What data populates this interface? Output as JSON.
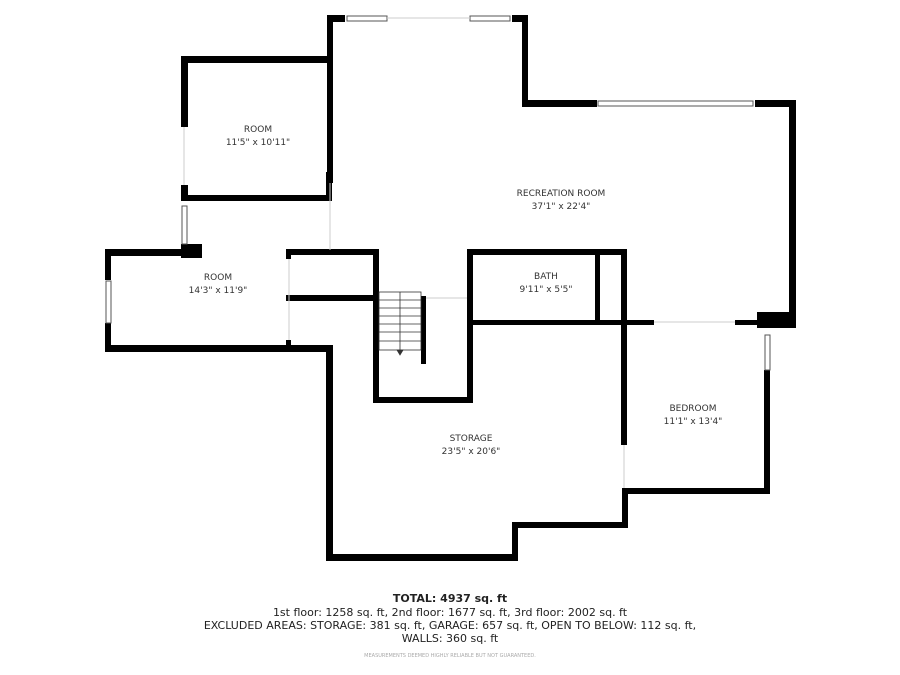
{
  "rooms": [
    {
      "name": "RECREATION ROOM",
      "dims": "37'1\" x 22'4\""
    },
    {
      "name": "ROOM",
      "dims": "11'5\" x 10'11\""
    },
    {
      "name": "ROOM",
      "dims": "14'3\" x 11'9\""
    },
    {
      "name": "BATH",
      "dims": "9'11\" x 5'5\""
    },
    {
      "name": "BEDROOM",
      "dims": "11'1\" x 13'4\""
    },
    {
      "name": "STORAGE",
      "dims": "23'5\" x 20'6\""
    }
  ],
  "summary": {
    "total": "TOTAL: 4937 sq. ft",
    "floors": "1st floor: 1258 sq. ft, 2nd floor: 1677 sq. ft, 3rd floor: 2002 sq. ft",
    "excluded": "EXCLUDED AREAS: STORAGE: 381 sq. ft, GARAGE: 657 sq. ft, OPEN TO BELOW: 112 sq. ft,",
    "walls": "WALLS: 360 sq. ft",
    "disclaimer": "MEASUREMENTS DEEMED HIGHLY RELIABLE BUT NOT GUARANTEED."
  },
  "colors": {
    "wall": "#000000",
    "text": "#222222"
  }
}
